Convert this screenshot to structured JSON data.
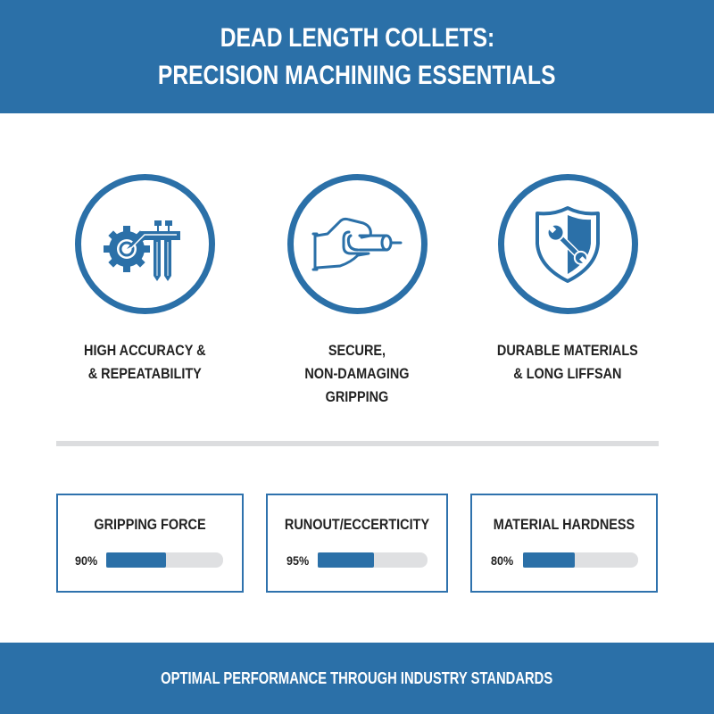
{
  "header": {
    "title_line1": "DEAD LENGTH COLLETS:",
    "title_line2": "PRECISION MACHINING ESSENTIALS"
  },
  "features": [
    {
      "icon": "gear-caliper-icon",
      "label_lines": [
        "HIGH ACCURACY &",
        "& REPEATABILITY"
      ]
    },
    {
      "icon": "hand-gripping-cylinder-icon",
      "label_lines": [
        "SECURE,",
        "NON-DAMAGING",
        "GRIPPING"
      ]
    },
    {
      "icon": "shield-wrench-icon",
      "label_lines": [
        "DURABLE MATERIALS",
        "& LONG LIFFSAN"
      ]
    }
  ],
  "metrics": [
    {
      "title": "GRIPPING FORCE",
      "value_label": "90%",
      "fill_fraction": 0.52
    },
    {
      "title": "RUNOUT/ECCERTICITY",
      "value_label": "95%",
      "fill_fraction": 0.51
    },
    {
      "title": "MATERIAL HARDNESS",
      "value_label": "80%",
      "fill_fraction": 0.45
    }
  ],
  "footer": {
    "text": "OPTIMAL PERFORMANCE THROUGH INDUSTRY STANDARDS"
  },
  "colors": {
    "primary_blue": "#2b70a8",
    "track_gray": "#dfe0e2",
    "divider_gray": "#dcdddf",
    "text_dark": "#222222"
  }
}
